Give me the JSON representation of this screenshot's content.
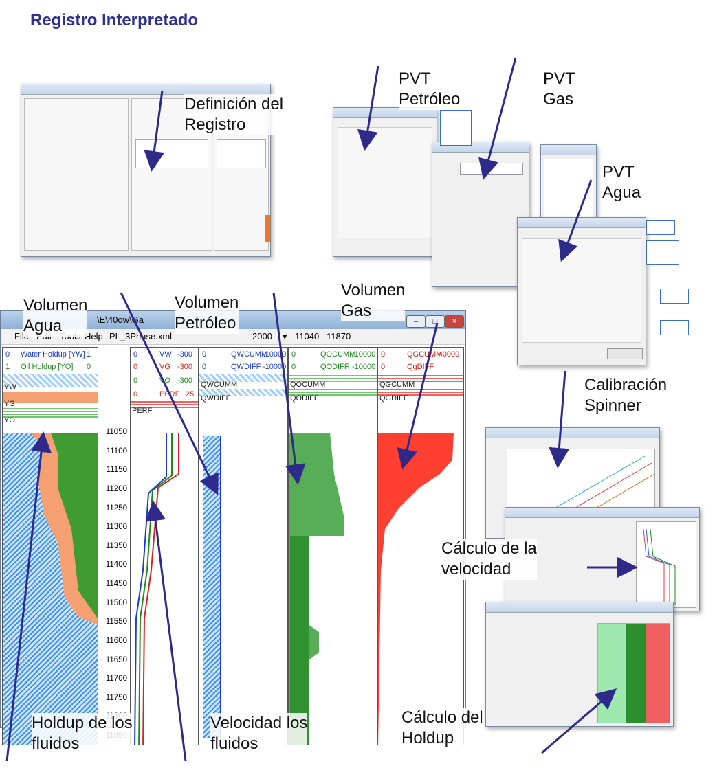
{
  "title": "Registro Interpretado",
  "labels": {
    "def_registro": "Definición del\nRegistro",
    "pvt_petroleo": "PVT\nPetróleo",
    "pvt_gas": "PVT\nGas",
    "pvt_agua": "PVT\nAgua",
    "vol_agua": "Volumen\nAgua",
    "vol_petroleo": "Volumen\nPetróleo",
    "vol_gas": "Volumen\nGas",
    "calib_spinner": "Calibración\nSpinner",
    "calc_velocidad": "Cálculo de la\nvelocidad",
    "holdup_fluidos": "Holdup de los\nfluidos",
    "velocidad_fluidos": "Velocidad los\nfluidos",
    "calc_holdup": "Cálculo del\nHoldup"
  },
  "log_window": {
    "menu": [
      "File",
      "Edit",
      "Tools",
      "Help"
    ],
    "path_text": "\\E\\40ow\\Ga",
    "file_name": "PL_3Phase.xml",
    "depth_sel": "2000",
    "depth_from": "11040",
    "depth_to": "11870",
    "track1": {
      "h1": {
        "left": "0",
        "name": "Water Holdup [YW]",
        "right": "1"
      },
      "h2": {
        "left": "1",
        "name": "Oil Holdup [YO]",
        "right": "0"
      },
      "rows": [
        "YW",
        "YG",
        "YO"
      ]
    },
    "track2": {
      "h1": {
        "left": "0",
        "name": "VW",
        "right": "-300"
      },
      "h2": {
        "left": "0",
        "name": "VG",
        "right": "-300"
      },
      "h3": {
        "left": "0",
        "name": "VO",
        "right": "-300"
      },
      "h4": {
        "left": "0",
        "name": "PERF",
        "right": "25"
      },
      "row": "PERF"
    },
    "track3": {
      "h1": {
        "left": "0",
        "name": "QWCUMM",
        "right": "-10000"
      },
      "h2": {
        "left": "0",
        "name": "QWDIFF",
        "right": "-10000"
      },
      "rows": [
        "QWCUMM",
        "QWDIFF"
      ]
    },
    "track4": {
      "h1": {
        "left": "0",
        "name": "QOCUMM",
        "right": "-10000"
      },
      "h2": {
        "left": "0",
        "name": "QODIFF",
        "right": "-10000"
      },
      "rows": [
        "QOCUMM",
        "QODIFF"
      ]
    },
    "track5": {
      "h1": {
        "left": "0",
        "name": "QGCUMM",
        "right": "-40000"
      },
      "h2": {
        "left": "0",
        "name": "QgDIFF",
        "right": ""
      },
      "rows": [
        "QGCUMM",
        "QGDIFF"
      ]
    },
    "depths": [
      "11050",
      "11100",
      "11150",
      "11200",
      "11250",
      "11300",
      "11350",
      "11400",
      "11450",
      "11500",
      "11550",
      "11600",
      "11650",
      "11700",
      "11750",
      "11800",
      "11850"
    ]
  },
  "colors": {
    "title": "#2e3192",
    "arrow": "#2e2a8a",
    "water": "#2a5cff",
    "oil": "#1e8a1e",
    "gas": "#ff2a1a",
    "orange": "#f5a070"
  }
}
